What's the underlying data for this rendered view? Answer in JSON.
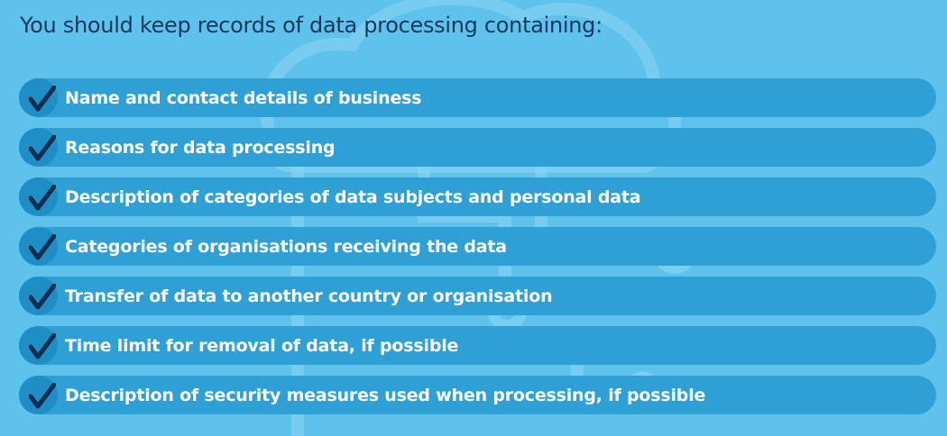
{
  "heading": "You should keep records of data processing containing:",
  "items": [
    {
      "label": "Name and contact details of business"
    },
    {
      "label": "Reasons for data processing"
    },
    {
      "label": "Description of categories of data subjects and personal data"
    },
    {
      "label": "Categories of organisations receiving the data"
    },
    {
      "label": "Transfer of data to another country or organisation"
    },
    {
      "label": "Time limit for removal of data, if possible"
    },
    {
      "label": "Description of security measures used when processing, if possible"
    }
  ],
  "colors": {
    "background": "#5ec2ec",
    "row": "#2fa0d6",
    "heading": "#17395f",
    "check": "#0f2d4f",
    "text": "#ffffff"
  },
  "icons": {
    "bullet": "checkmark-icon",
    "background": "cloud-circuit-illustration"
  }
}
